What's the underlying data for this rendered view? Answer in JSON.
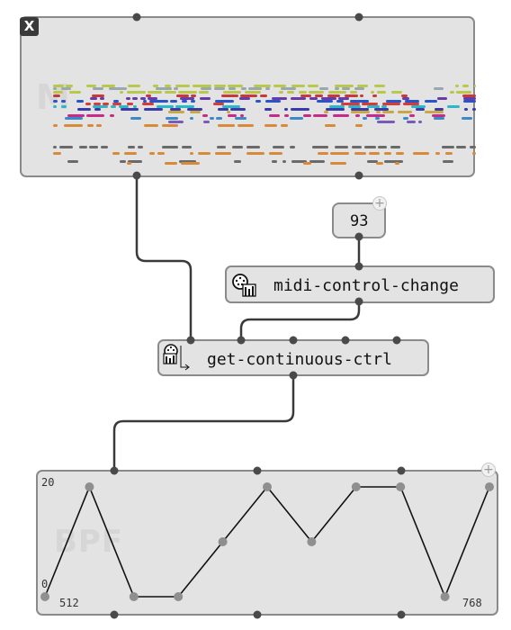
{
  "midi_box": {
    "close_label": "X",
    "watermark": "M"
  },
  "number_box": {
    "value": "93"
  },
  "midi_control_change": {
    "label": "midi-control-change"
  },
  "get_continuous_ctrl": {
    "label": "get-continuous-ctrl"
  },
  "bpf": {
    "watermark": "BPF",
    "y_max_label": "20",
    "y_min_label": "0",
    "x_min_label": "512",
    "x_max_label": "768",
    "add_label": "+"
  },
  "plus_label": "+",
  "chart_data": {
    "type": "line",
    "x": [
      512,
      537.6,
      563.2,
      588.8,
      614.4,
      640,
      665.6,
      691.2,
      716.8,
      742.4,
      768
    ],
    "values": [
      0,
      20,
      0,
      0,
      10,
      20,
      10,
      20,
      20,
      0,
      20
    ],
    "ylim": [
      0,
      20
    ],
    "xlim": [
      512,
      768
    ]
  },
  "colors": {
    "box_bg": "#e3e3e3",
    "box_border": "#8a8a8a",
    "connection": "#3a3a3a",
    "inlet": "#4a4a4a",
    "bpf_point": "#8f8f8f"
  }
}
